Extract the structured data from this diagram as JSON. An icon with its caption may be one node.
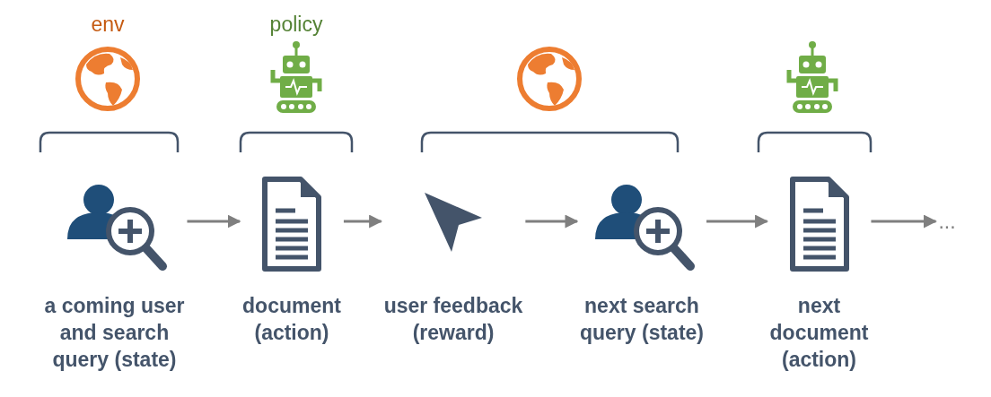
{
  "diagram": {
    "nodes": [
      {
        "text": [
          "a coming user and search query (state)"
        ]
      },
      {
        "text": [
          "document (action)"
        ]
      },
      {
        "text": [
          "user feedback (reward)"
        ]
      },
      {
        "text": [
          "next search query (state)"
        ]
      },
      {
        "text": [
          "next document (action)"
        ]
      },
      {
        "text": [
          "..."
        ]
      }
    ],
    "edges": [
      {
        "from": 0,
        "to": 1,
        "arrow": "to"
      },
      {
        "from": 1,
        "to": 2,
        "arrow": "to"
      },
      {
        "from": 2,
        "to": 3,
        "arrow": "to"
      },
      {
        "from": 3,
        "to": 4,
        "arrow": "to"
      },
      {
        "from": 4,
        "to": 5,
        "arrow": "to"
      }
    ],
    "labels": [
      "env",
      "policy"
    ]
  }
}
